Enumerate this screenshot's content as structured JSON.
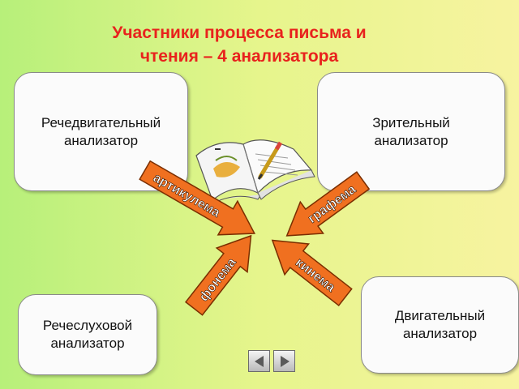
{
  "title": {
    "line1": "Участники процесса письма и",
    "line2": "чтения – 4 анализатора"
  },
  "analyzers": {
    "speech_motor": {
      "line1": "Речедвигательный",
      "line2": "анализатор"
    },
    "visual": {
      "line1": "Зрительный",
      "line2": "анализатор"
    },
    "speech_auditory": {
      "line1": "Речеслуховой",
      "line2": "анализатор"
    },
    "motor": {
      "line1": "Двигательный",
      "line2": "анализатор"
    }
  },
  "arrows": {
    "top_left": "артикулема",
    "top_right": "графема",
    "bottom_left": "фонема",
    "bottom_right": "кинема"
  },
  "colors": {
    "title": "#e8221d",
    "arrow_fill": "#f07020",
    "arrow_stroke": "#7a2e00"
  },
  "icons": {
    "center": "open-book-with-pencil",
    "nav_prev": "triangle-left",
    "nav_next": "triangle-right"
  }
}
